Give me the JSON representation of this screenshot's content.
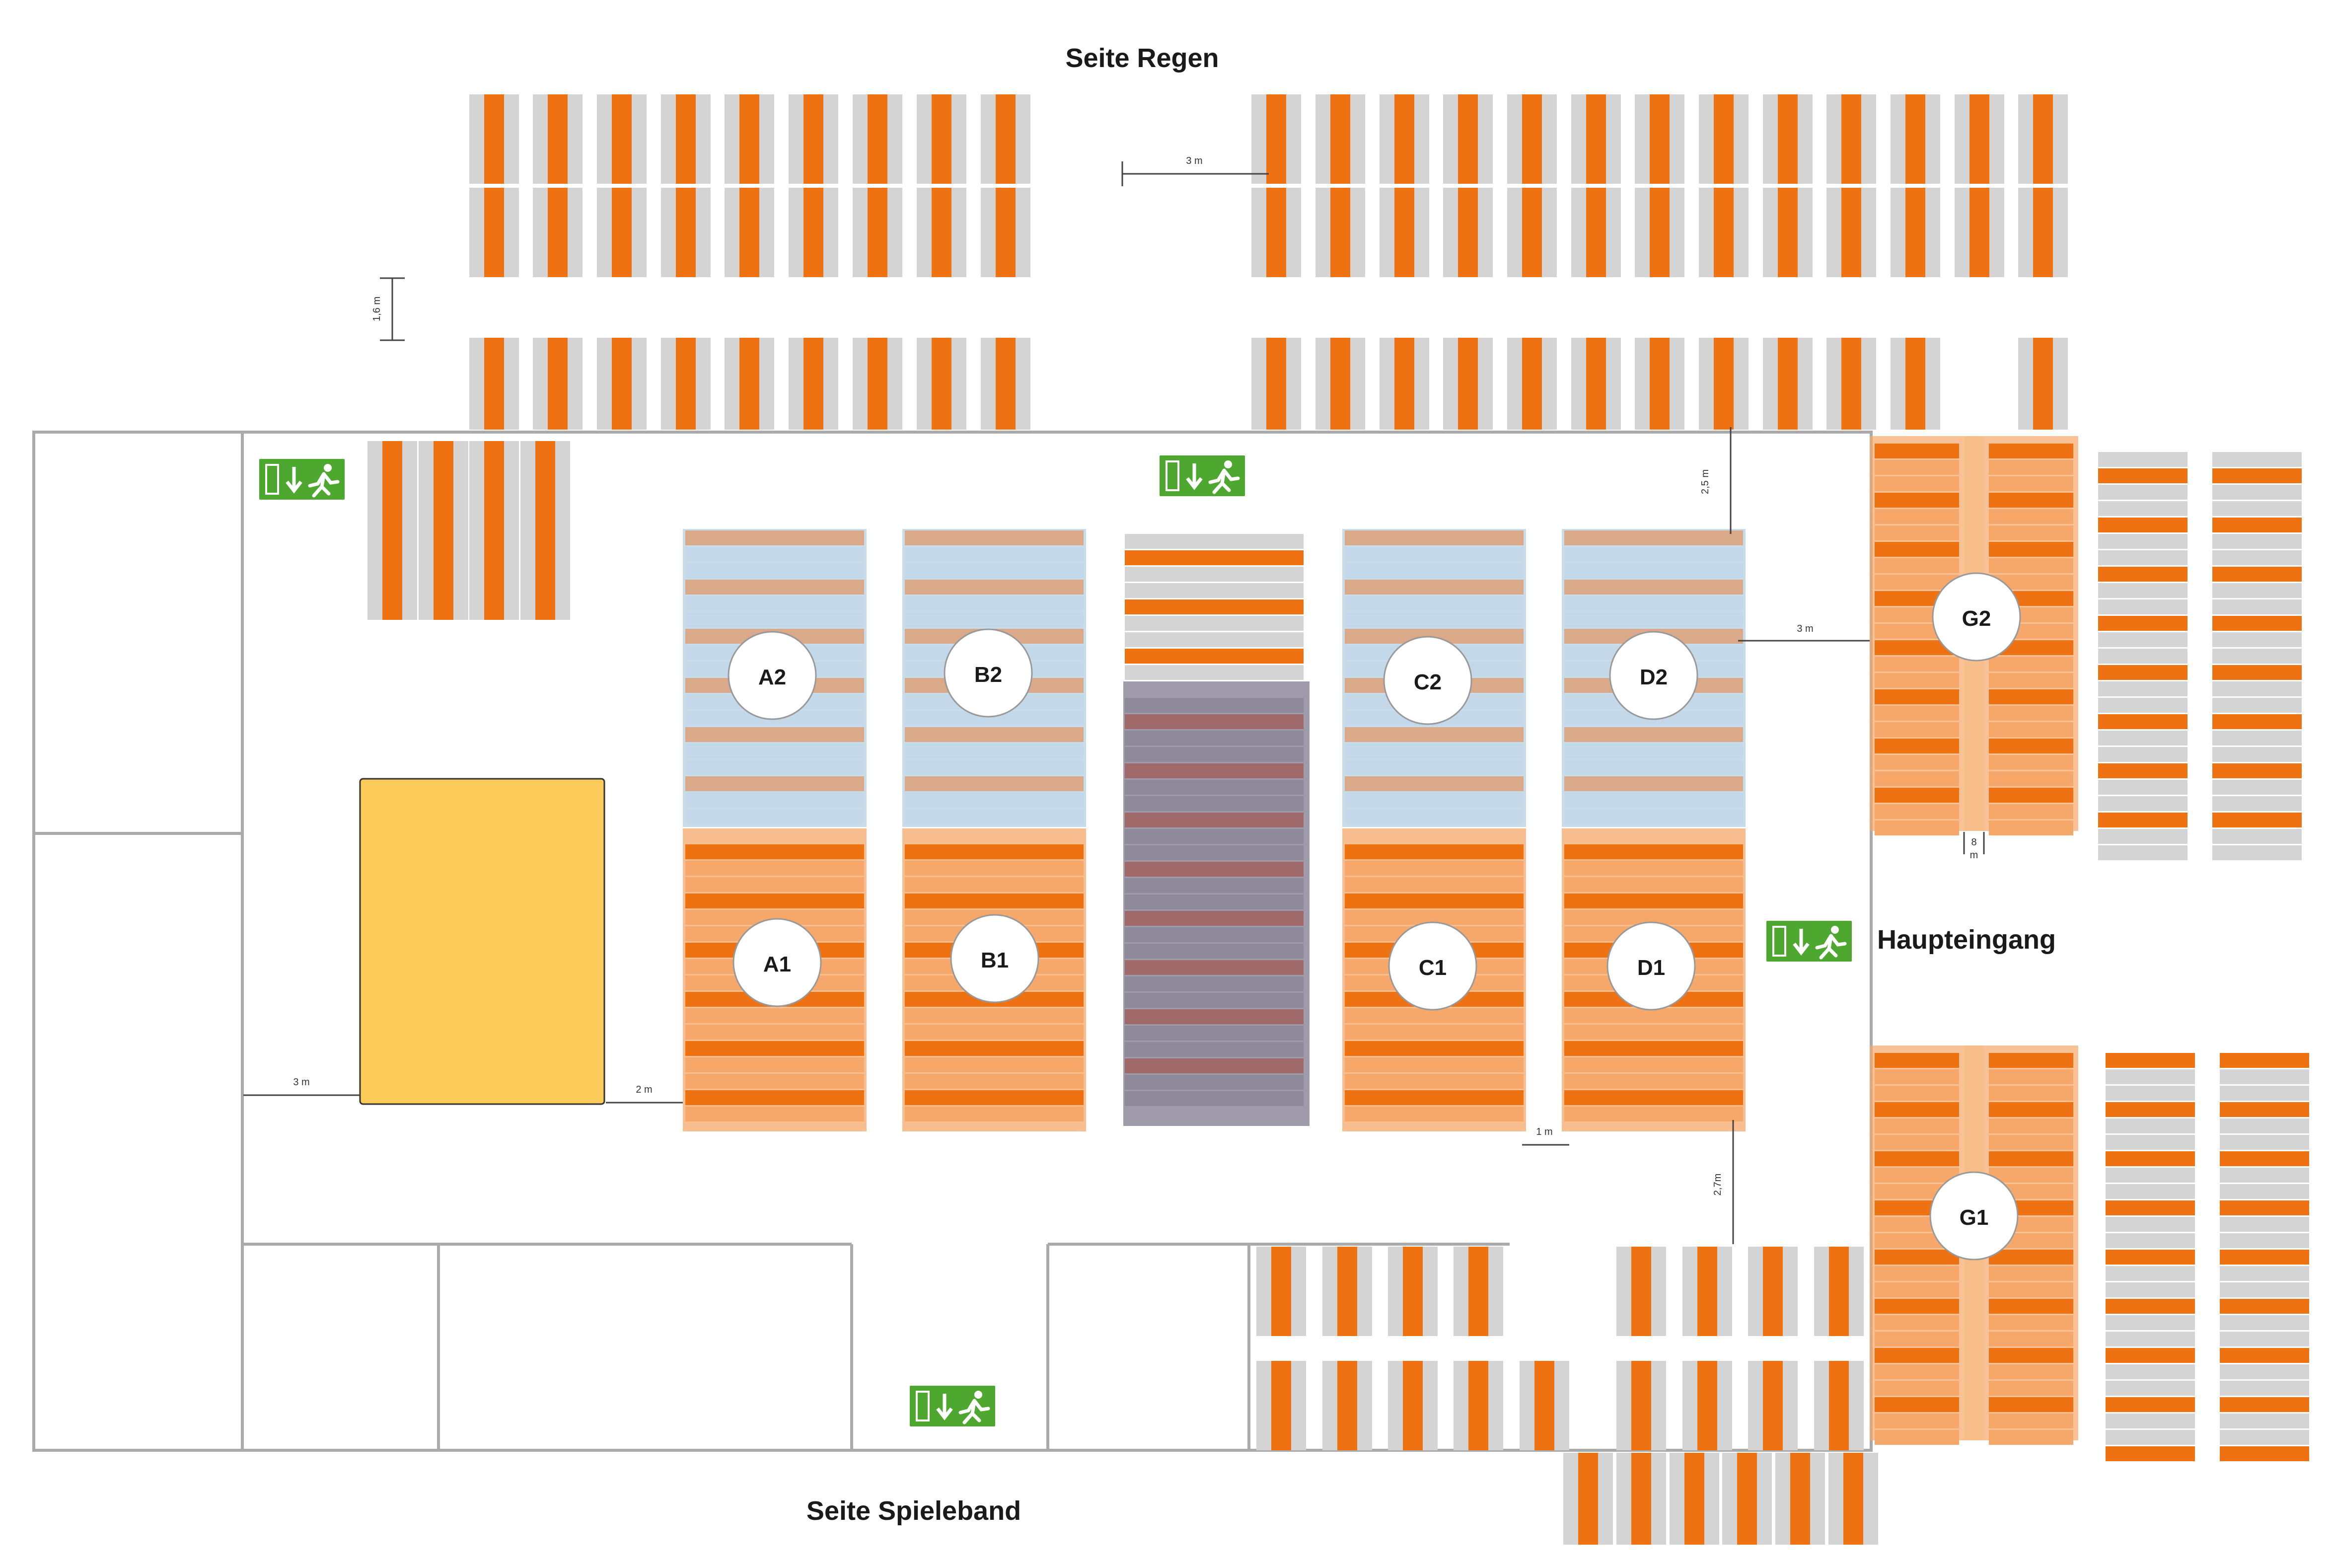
{
  "labels": {
    "top": "Seite Regen",
    "bottom": "Seite Spieleband",
    "entrance": "Haupteingang"
  },
  "dimensions": {
    "d_top_gap": "3 m",
    "d_row_gap": "1,6 m",
    "d_aisle_top": "2,5 m",
    "d_aisle_right": "3 m",
    "d_g2_small": "8",
    "d_g2_small_unit": "m",
    "d_left_aisle": "3 m",
    "d_stage_aisle": "2 m",
    "d_block_gap": "1 m",
    "d_bottom_aisle": "2,7m"
  },
  "blocks": {
    "A2": "A2",
    "B2": "B2",
    "C2": "C2",
    "D2": "D2",
    "A1": "A1",
    "B1": "B1",
    "C1": "C1",
    "D1": "D1",
    "G1": "G1",
    "G2": "G2"
  },
  "colors": {
    "orange": "#EE7112",
    "light_orange": "#F5A86A",
    "tan": "#D9A98A",
    "blue": "#C3D8E8",
    "grey": "#D4D4D4",
    "purple": "#8E8A9C",
    "stage": "#FBCB5A",
    "exit_green": "#4EA72E",
    "wall": "#AAAAAA"
  },
  "icons": {
    "exit": "emergency-exit-icon"
  }
}
